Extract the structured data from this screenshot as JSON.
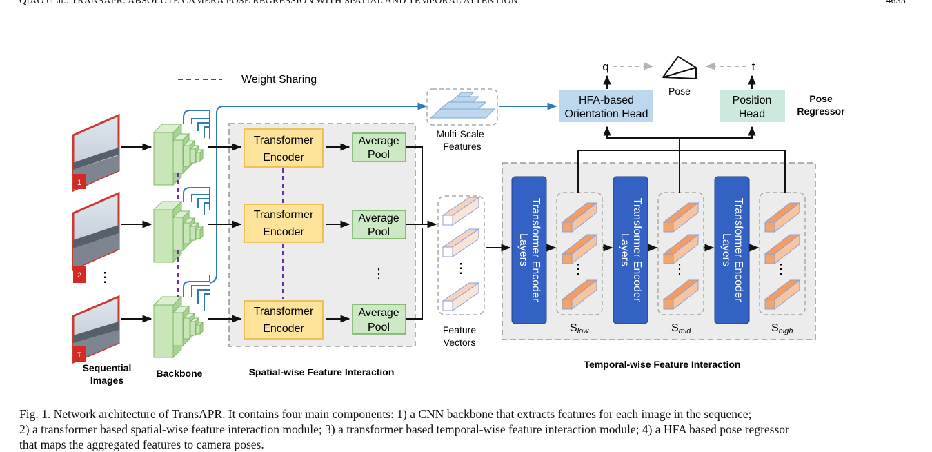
{
  "header": {
    "running_title": "QIAO et al.: TRANSAPR: ABSOLUTE CAMERA POSE REGRESSION WITH SPATIAL AND TEMPORAL ATTENTION",
    "page_number": "4635"
  },
  "figure": {
    "legend_weight_sharing": "Weight Sharing",
    "frame_tags": [
      "1",
      "2",
      "T"
    ],
    "ellipsis": "⋮",
    "input_label_line1": "Sequential",
    "input_label_line2": "Images",
    "backbone_label": "Backbone",
    "spatial_label": "Spatial-wise Feature Interaction",
    "temporal_label": "Temporal-wise Feature Interaction",
    "encoder_line1": "Transformer",
    "encoder_line2": "Encoder",
    "pool_line1": "Average",
    "pool_line2": "Pool",
    "multiscale_line1": "Multi-Scale",
    "multiscale_line2": "Features",
    "feature_vectors_line1": "Feature",
    "feature_vectors_line2": "Vectors",
    "temporal_layer_line1": "Transformer Encoder",
    "temporal_layer_line2": "Layers",
    "s_base": "S",
    "s_subs": [
      "low",
      "mid",
      "high"
    ],
    "orientation_head_line1": "HFA-based",
    "orientation_head_line2": "Orientation Head",
    "position_head_line1": "Position",
    "position_head_line2": "Head",
    "q_label": "q",
    "t_label": "t",
    "pose_label": "Pose",
    "pose_regressor_line1": "Pose",
    "pose_regressor_line2": "Regressor",
    "colors": {
      "encoder_fill": "#fde49a",
      "encoder_stroke": "#e9b43c",
      "pool_fill": "#cde8c4",
      "pool_stroke": "#6fae5d",
      "backbone_fill": "#c8e6b8",
      "temporal_layer": "#3461c4",
      "orientation_head": "#bcd7ee",
      "position_head": "#cde9de",
      "blue_link": "#2f7ab5",
      "weight_sharing": "#6a2fa8",
      "panel_fill": "#ececec",
      "panel_stroke": "#999999"
    }
  },
  "caption": {
    "line1": "Fig. 1.    Network architecture of TransAPR. It contains four main components: 1) a CNN backbone that extracts features for each image in the sequence;",
    "line2": "2) a transformer based spatial-wise feature interaction module; 3) a transformer based temporal-wise feature interaction module; 4) a HFA based pose regressor",
    "line3": "that maps the aggregated features to camera poses."
  }
}
